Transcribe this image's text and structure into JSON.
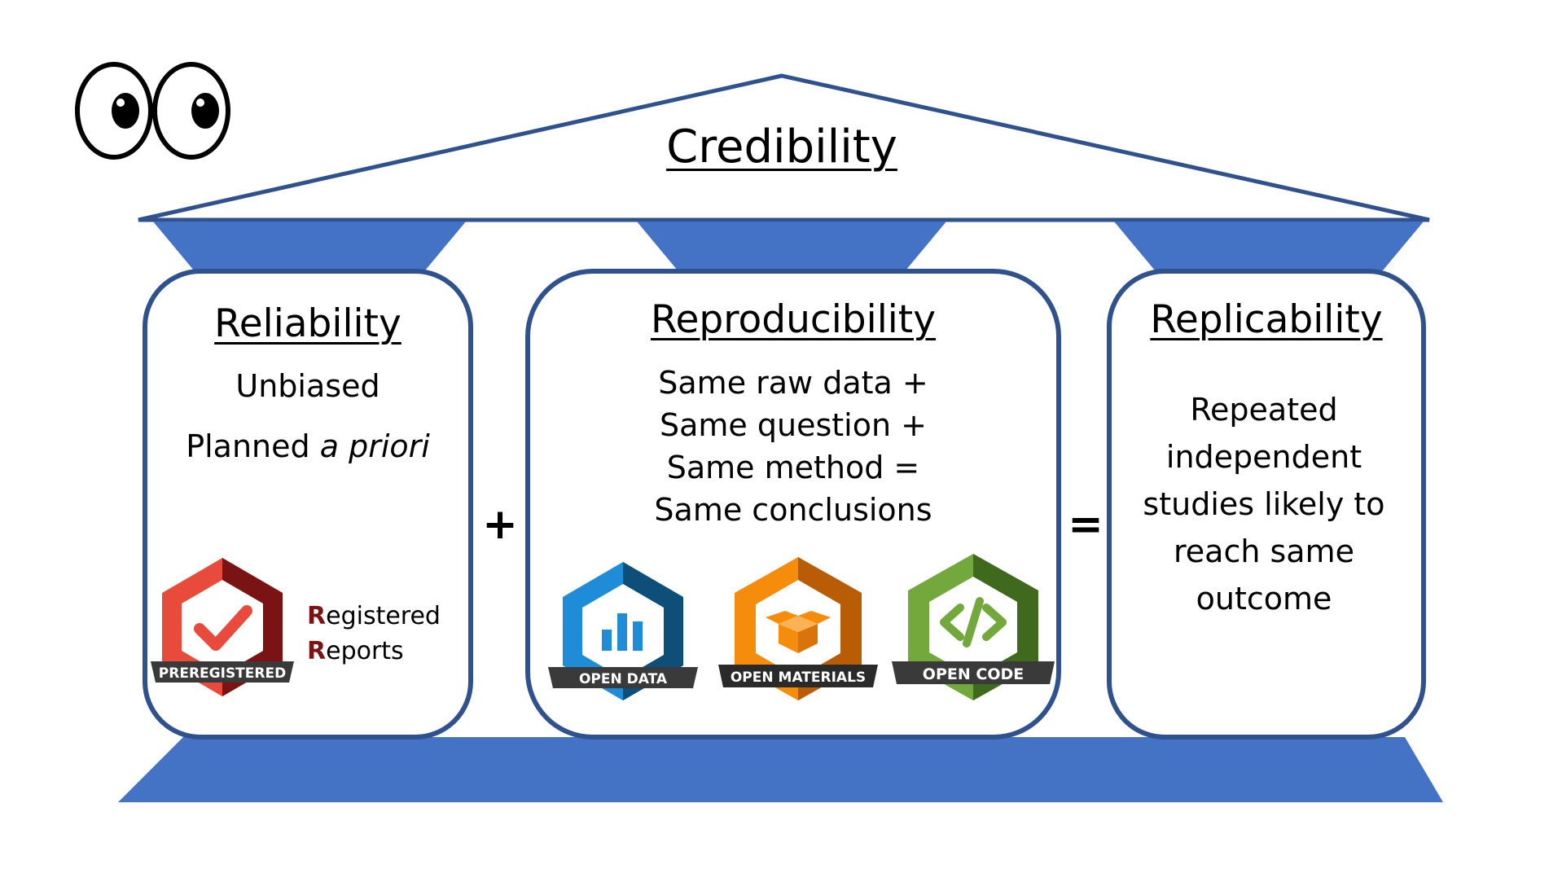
{
  "roof": {
    "title": "Credibility"
  },
  "pillars": {
    "reliability": {
      "heading": "Reliability",
      "lines": [
        "Unbiased",
        "Planned "
      ],
      "italic_suffix": "a priori",
      "badge": {
        "icon": "checkmark-icon",
        "label": "PREREGISTERED",
        "color": "#e84b3c",
        "dark": "#7a1414"
      },
      "registered_reports": {
        "initial1": "R",
        "rest1": "egistered",
        "initial2": "R",
        "rest2": "eports"
      }
    },
    "reproducibility": {
      "heading": "Reproducibility",
      "lines": [
        "Same raw data +",
        "Same question +",
        "Same method =",
        "Same conclusions"
      ],
      "badges": [
        {
          "icon": "bar-chart-icon",
          "label": "OPEN DATA",
          "color": "#1e8cd6",
          "dark": "#0e4f7a"
        },
        {
          "icon": "open-box-icon",
          "label": "OPEN MATERIALS",
          "color": "#f58c0c",
          "dark": "#b85c05"
        },
        {
          "icon": "code-icon",
          "label": "OPEN CODE",
          "color": "#72a83c",
          "dark": "#3f6a1d"
        }
      ]
    },
    "replicability": {
      "heading": "Replicability",
      "lines": [
        "Repeated",
        "independent",
        "studies likely to",
        "reach same",
        "outcome"
      ]
    }
  },
  "operators": {
    "plus": "+",
    "equals": "="
  },
  "colors": {
    "structure": "#4472c4",
    "outline": "#2f528f"
  },
  "decor": {
    "icon": "eyes-icon"
  }
}
